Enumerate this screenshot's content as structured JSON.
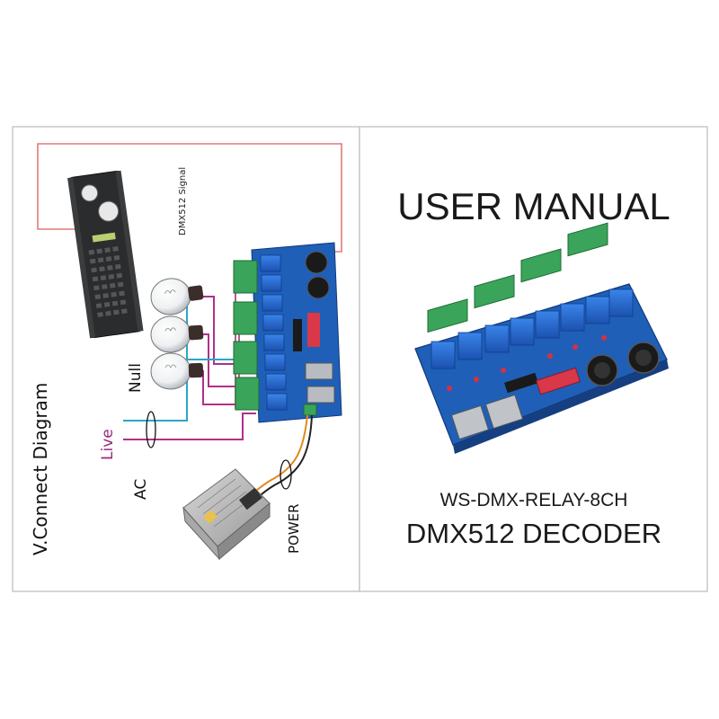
{
  "left_panel": {
    "title": "V.Connect Diagram",
    "signal_label": "DMX512 Signal",
    "wire_labels": {
      "null": "Null",
      "live": "Live",
      "ac": "AC",
      "power": "POWER"
    }
  },
  "right_panel": {
    "title": "USER MANUAL",
    "model": "WS-DMX-RELAY-8CH",
    "product_name": "DMX512 DECODER"
  },
  "colors": {
    "signal_wire": "#e07a7a",
    "live_wire": "#b0308a",
    "null_wire": "#2aa6c8",
    "power_wire": "#e08a20",
    "pcb_blue": "#1f5fb8",
    "relay_blue": "#2a6fd6",
    "terminal_green": "#3aa55a"
  }
}
